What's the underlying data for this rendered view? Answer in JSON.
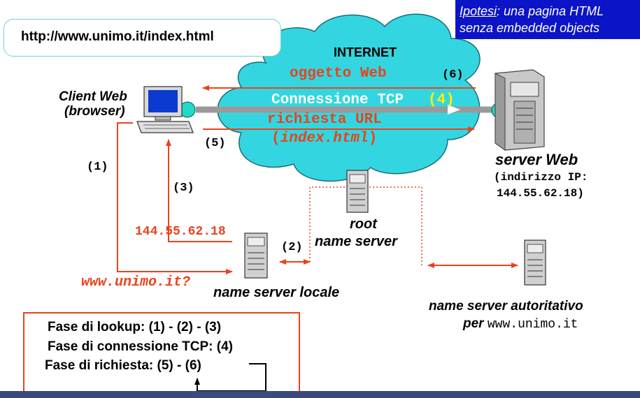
{
  "url_bubble": {
    "text": "http://www.unimo.it/index.html"
  },
  "hypothesis": {
    "term": "Ipotesi",
    "line1_rest": ": una pagina HTML",
    "line2": "senza embedded objects"
  },
  "internet": {
    "label": "INTERNET",
    "web_object": "oggetto Web",
    "tcp_connection": "Connessione TCP",
    "tcp_step": "(4)",
    "url_request": "richiesta URL",
    "request_file": "index.html",
    "request_paren_open": "(",
    "request_paren_close": ")"
  },
  "client": {
    "line1": "Client Web",
    "line2": "(browser)"
  },
  "web_server": {
    "title": "server Web",
    "ip_line1": "(indirizzo IP:",
    "ip_line2": "144.55.62.18)"
  },
  "root_server": {
    "line1": "root",
    "line2": "name server"
  },
  "local_server": {
    "label": "name server locale"
  },
  "auth_server": {
    "line1": "name server autoritativo",
    "per": "per",
    "domain": "www.unimo.it"
  },
  "steps": {
    "s1": "(1)",
    "s2": "(2)",
    "s3": "(3)",
    "s5": "(5)",
    "s6": "(6)"
  },
  "dns_query": "www.unimo.it?",
  "dns_answer": "144.55.62.18",
  "phases": {
    "lookup": "Fase di lookup: (1) - (2) - (3)",
    "connection": "Fase di connessione TCP: (4)",
    "request": "Fase di richiesta: (5) - (6)"
  },
  "colors": {
    "accent_red": "#e8431d",
    "cloud": "#33d6e0",
    "hyp_blue": "#0c14c8",
    "yellow": "#ffee00"
  }
}
